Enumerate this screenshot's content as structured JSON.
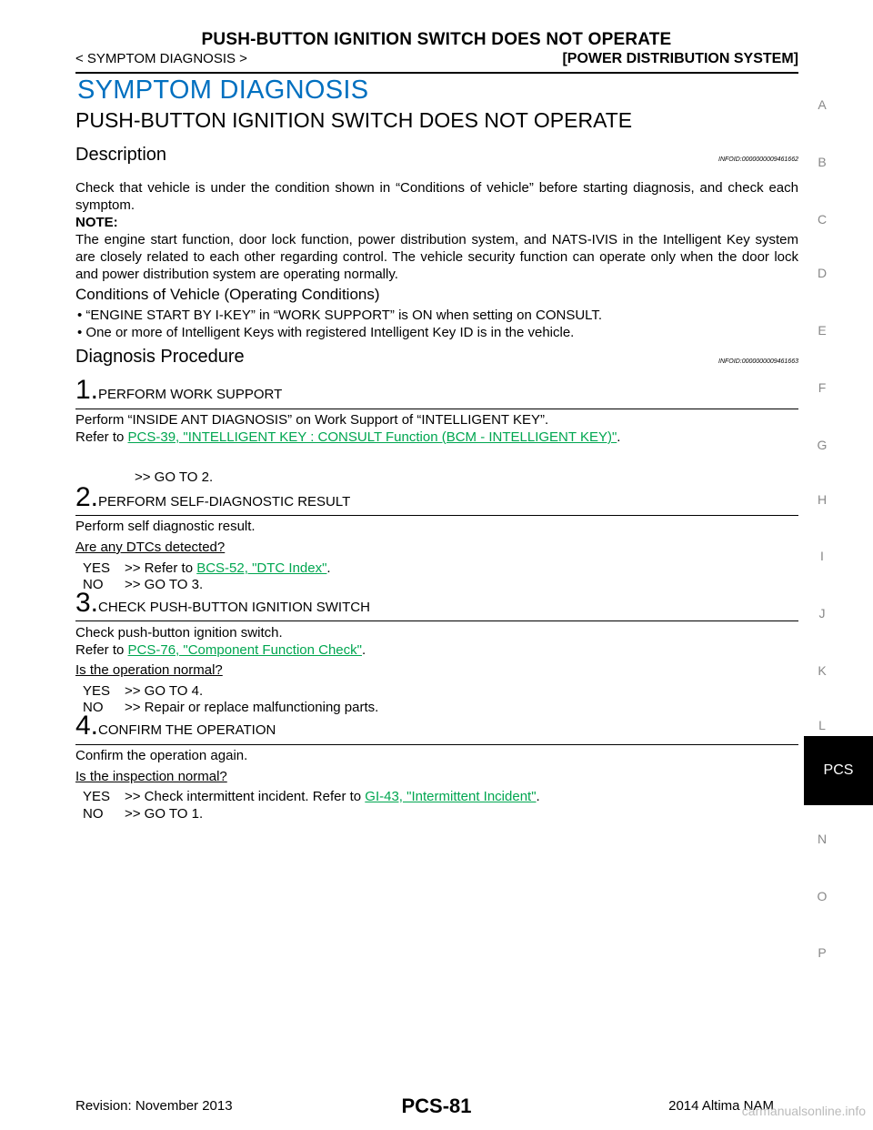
{
  "header": {
    "title": "PUSH-BUTTON IGNITION SWITCH DOES NOT OPERATE",
    "section": "< SYMPTOM DIAGNOSIS >",
    "system": "[POWER DISTRIBUTION SYSTEM]"
  },
  "main_title": "SYMPTOM DIAGNOSIS",
  "sub_title": "PUSH-BUTTON IGNITION SWITCH DOES NOT OPERATE",
  "description": {
    "heading": "Description",
    "infoid": "INFOID:0000000009461662",
    "para1": "Check that vehicle is under the condition shown in “Conditions of vehicle” before starting diagnosis, and check each symptom.",
    "note_label": "NOTE:",
    "note_text": "The engine start function, door lock function, power distribution system, and NATS-IVIS in the Intelligent Key system are closely related to each other regarding control. The vehicle security function can operate only when the door lock and power distribution system are operating normally."
  },
  "conditions": {
    "heading": "Conditions of Vehicle (Operating Conditions)",
    "items": [
      "•  “ENGINE START BY I-KEY” in “WORK SUPPORT” is ON when setting on CONSULT.",
      "•  One or more of Intelligent Keys with registered Intelligent Key ID is in the vehicle."
    ]
  },
  "procedure": {
    "heading": "Diagnosis Procedure",
    "infoid": "INFOID:0000000009461663"
  },
  "steps": [
    {
      "num": "1.",
      "title": "PERFORM WORK SUPPORT",
      "line1": "Perform “INSIDE ANT DIAGNOSIS” on Work Support of “INTELLIGENT KEY”.",
      "refer_prefix": "Refer to ",
      "link": "PCS-39, \"INTELLIGENT KEY : CONSULT Function (BCM - INTELLIGENT KEY)\"",
      "refer_suffix": ".",
      "goto": ">> GO TO 2."
    },
    {
      "num": "2.",
      "title": "PERFORM SELF-DIAGNOSTIC RESULT",
      "line1": "Perform self diagnostic result.",
      "question": "Are any DTCs detected?",
      "yes_key": "YES",
      "yes_prefix": ">> Refer to ",
      "yes_link": "BCS-52, \"DTC Index\"",
      "yes_suffix": ".",
      "no_key": "NO",
      "no_text": ">> GO TO 3."
    },
    {
      "num": "3.",
      "title": "CHECK PUSH-BUTTON IGNITION SWITCH",
      "line1": "Check push-button ignition switch.",
      "refer_prefix": "Refer to ",
      "link": "PCS-76, \"Component Function Check\"",
      "refer_suffix": ".",
      "question": "Is the operation normal?",
      "yes_key": "YES",
      "yes_text": ">> GO TO 4.",
      "no_key": "NO",
      "no_text": ">> Repair or replace malfunctioning parts."
    },
    {
      "num": "4.",
      "title": "CONFIRM THE OPERATION",
      "line1": "Confirm the operation again.",
      "question": "Is the inspection normal?",
      "yes_key": "YES",
      "yes_prefix": ">> Check intermittent incident. Refer to ",
      "yes_link": "GI-43, \"Intermittent Incident\"",
      "yes_suffix": ".",
      "no_key": "NO",
      "no_text": ">> GO TO 1."
    }
  ],
  "side_tabs": [
    "A",
    "B",
    "C",
    "D",
    "E",
    "F",
    "G",
    "H",
    "I",
    "J",
    "K",
    "L",
    "N",
    "O",
    "P"
  ],
  "active_tab": "PCS",
  "footer": {
    "revision": "Revision: November 2013",
    "page": "PCS-81",
    "model": "2014 Altima NAM",
    "watermark": "carmanualsonline.info"
  },
  "colors": {
    "title_blue": "#0070c0",
    "link_green": "#00a650",
    "tab_gray": "#888888"
  }
}
